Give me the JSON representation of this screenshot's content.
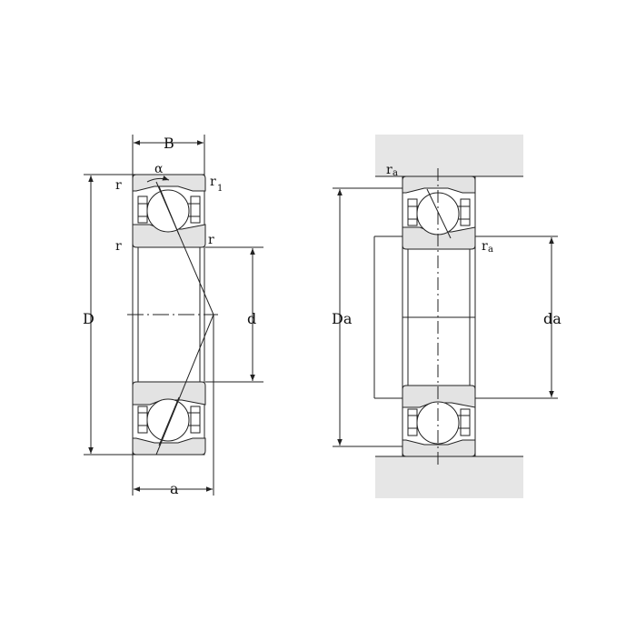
{
  "colors": {
    "line": "#222222",
    "part_fill": "#e3e3e3",
    "ball_fill": "#ffffff",
    "housing_fill": "#e6e6e6",
    "background": "#ffffff"
  },
  "left_view": {
    "labels": {
      "B": "B",
      "alpha": "α",
      "r_top": "r",
      "r1": "r",
      "r1_sub": "1",
      "r_mid_left": "r",
      "r_mid_right": "r",
      "D": "D",
      "d": "d",
      "a": "a"
    }
  },
  "right_view": {
    "labels": {
      "ra_top": "r",
      "ra_top_sub": "a",
      "ra_mid": "r",
      "ra_mid_sub": "a",
      "Da": "Da",
      "da": "da"
    }
  }
}
